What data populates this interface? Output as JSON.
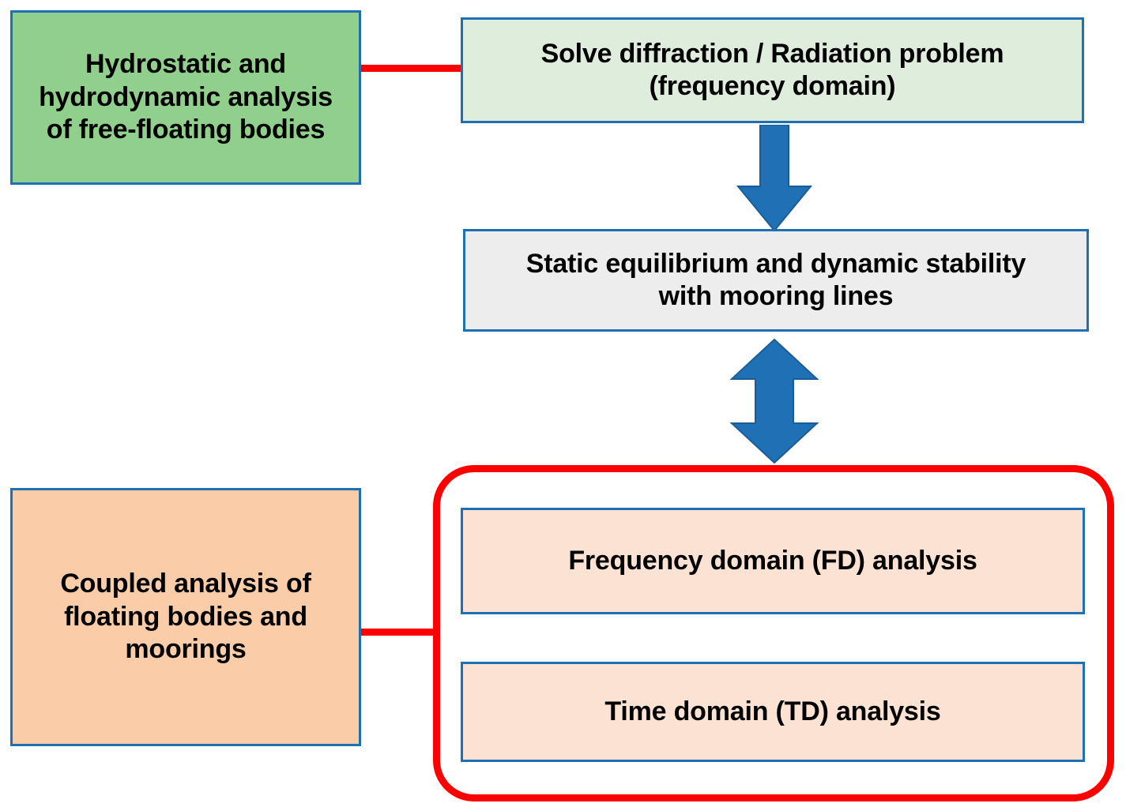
{
  "diagram": {
    "title": "Hydrodynamic and mooring coupled analysis flowchart",
    "type": "flowchart",
    "colors": {
      "green_fill": "#90D08C",
      "light_green_fill": "#DFEDDC",
      "gray_fill": "#EDEDED",
      "orange_fill": "#FBCCA8",
      "peach_fill": "#FCE2D2",
      "box_border": "#1F6FB5",
      "connector_red": "#FF0000",
      "arrow_blue": "#2070B5",
      "group_outline_red": "#FF0000",
      "text": "#000000",
      "background": "#FFFFFF"
    }
  },
  "nodes": {
    "hydro": {
      "label": "Hydrostatic and\nhydrodynamic analysis\nof free-floating bodies",
      "role": "stage-label"
    },
    "diffraction": {
      "label": "Solve diffraction / Radiation problem\n(frequency domain)",
      "role": "process"
    },
    "static": {
      "label": "Static equilibrium and dynamic stability\nwith mooring lines",
      "role": "process"
    },
    "coupled": {
      "label": "Coupled analysis of\nfloating bodies and\nmoorings",
      "role": "stage-label"
    },
    "fd": {
      "label": "Frequency domain (FD) analysis",
      "role": "process"
    },
    "td": {
      "label": "Time domain (TD) analysis",
      "role": "process"
    }
  },
  "group": {
    "name": "coupled-analysis-group",
    "members": [
      "fd",
      "td"
    ]
  },
  "connectors": [
    {
      "name": "hydro-to-diffraction",
      "from": "hydro",
      "to": "diffraction",
      "style": "red-line",
      "arrowheads": "none"
    },
    {
      "name": "diffraction-to-static",
      "from": "diffraction",
      "to": "static",
      "style": "blue-arrow",
      "arrowheads": "down"
    },
    {
      "name": "static-to-group",
      "from": "static",
      "to": "coupled-analysis-group",
      "style": "blue-arrow",
      "arrowheads": "both"
    },
    {
      "name": "coupled-to-group",
      "from": "coupled",
      "to": "coupled-analysis-group",
      "style": "red-line",
      "arrowheads": "none"
    }
  ]
}
